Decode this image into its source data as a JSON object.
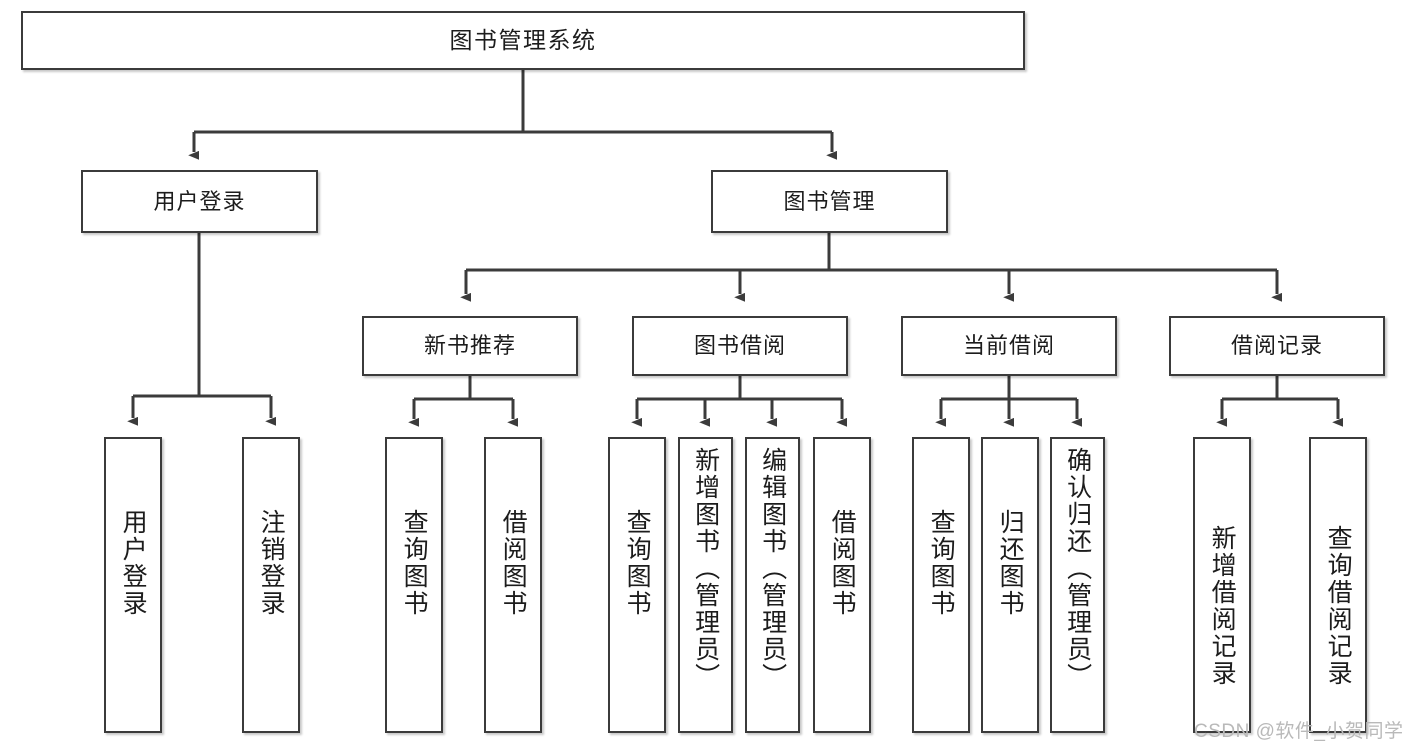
{
  "diagram": {
    "title": "图书管理系统",
    "type": "tree",
    "style": {
      "box_border": "#3b3b3b",
      "box_fill": "#ffffff",
      "edge_color": "#3b3b3b",
      "text_color": "#1c1c1c",
      "watermark_color": "#b9b9b9",
      "background": "#ffffff"
    },
    "nodes": {
      "root": {
        "label": "图书管理系统",
        "level": 0,
        "orientation": "horizontal"
      },
      "user_login": {
        "label": "用户登录",
        "level": 1,
        "orientation": "horizontal"
      },
      "book_manage": {
        "label": "图书管理",
        "level": 1,
        "orientation": "horizontal"
      },
      "new_book_rec": {
        "label": "新书推荐",
        "level": 2,
        "orientation": "horizontal"
      },
      "book_borrow": {
        "label": "图书借阅",
        "level": 2,
        "orientation": "horizontal"
      },
      "current_borrow": {
        "label": "当前借阅",
        "level": 2,
        "orientation": "horizontal"
      },
      "borrow_record": {
        "label": "借阅记录",
        "level": 2,
        "orientation": "horizontal"
      },
      "leaf_user_login": {
        "label": "用户登录",
        "level": 2,
        "orientation": "vertical"
      },
      "leaf_logout": {
        "label": "注销登录",
        "level": 2,
        "orientation": "vertical"
      },
      "leaf_query_book_1": {
        "label": "查询图书",
        "level": 3,
        "orientation": "vertical"
      },
      "leaf_borrow_book_1": {
        "label": "借阅图书",
        "level": 3,
        "orientation": "vertical"
      },
      "leaf_query_book_2": {
        "label": "查询图书",
        "level": 3,
        "orientation": "vertical"
      },
      "leaf_add_book": {
        "label": "新增图书（管理员）",
        "level": 3,
        "orientation": "vertical"
      },
      "leaf_edit_book": {
        "label": "编辑图书（管理员）",
        "level": 3,
        "orientation": "vertical"
      },
      "leaf_borrow_book_2": {
        "label": "借阅图书",
        "level": 3,
        "orientation": "vertical"
      },
      "leaf_query_book_3": {
        "label": "查询图书",
        "level": 3,
        "orientation": "vertical"
      },
      "leaf_return_book": {
        "label": "归还图书",
        "level": 3,
        "orientation": "vertical"
      },
      "leaf_confirm_return": {
        "label": "确认归还（管理员）",
        "level": 3,
        "orientation": "vertical"
      },
      "leaf_add_record": {
        "label": "新增借阅记录",
        "level": 3,
        "orientation": "vertical"
      },
      "leaf_query_record": {
        "label": "查询借阅记录",
        "level": 3,
        "orientation": "vertical"
      }
    },
    "edges": [
      {
        "from": "root",
        "to": "user_login"
      },
      {
        "from": "root",
        "to": "book_manage"
      },
      {
        "from": "user_login",
        "to": "leaf_user_login"
      },
      {
        "from": "user_login",
        "to": "leaf_logout"
      },
      {
        "from": "book_manage",
        "to": "new_book_rec"
      },
      {
        "from": "book_manage",
        "to": "book_borrow"
      },
      {
        "from": "book_manage",
        "to": "current_borrow"
      },
      {
        "from": "book_manage",
        "to": "borrow_record"
      },
      {
        "from": "new_book_rec",
        "to": "leaf_query_book_1"
      },
      {
        "from": "new_book_rec",
        "to": "leaf_borrow_book_1"
      },
      {
        "from": "book_borrow",
        "to": "leaf_query_book_2"
      },
      {
        "from": "book_borrow",
        "to": "leaf_add_book"
      },
      {
        "from": "book_borrow",
        "to": "leaf_edit_book"
      },
      {
        "from": "book_borrow",
        "to": "leaf_borrow_book_2"
      },
      {
        "from": "current_borrow",
        "to": "leaf_query_book_3"
      },
      {
        "from": "current_borrow",
        "to": "leaf_return_book"
      },
      {
        "from": "current_borrow",
        "to": "leaf_confirm_return"
      },
      {
        "from": "borrow_record",
        "to": "leaf_add_record"
      },
      {
        "from": "borrow_record",
        "to": "leaf_query_record"
      }
    ]
  },
  "watermark": {
    "text": "CSDN @软件_小贺同学"
  }
}
